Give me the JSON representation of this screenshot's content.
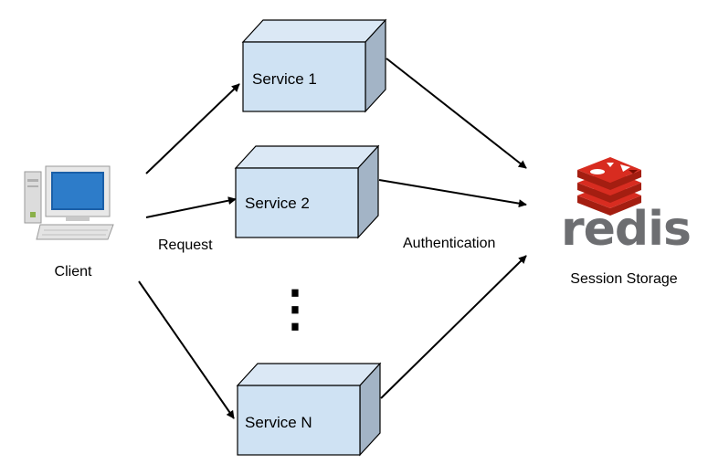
{
  "client": {
    "label": "Client",
    "icon": "desktop-computer-icon"
  },
  "request_label": "Request",
  "authentication_label": "Authentication",
  "services": [
    {
      "label": "Service 1"
    },
    {
      "label": "Service 2"
    },
    {
      "label": "Service N"
    }
  ],
  "ellipsis": "⋮",
  "storage": {
    "logo_text": "redis",
    "label": "Session Storage",
    "icon": "redis-logo-icon"
  },
  "colors": {
    "box_front": "#cfe2f3",
    "box_top": "#dbe8f5",
    "box_side": "#a3b4c6",
    "box_stroke": "#000000",
    "redis_red": "#d82c20",
    "redis_gray": "#6d6e71"
  }
}
